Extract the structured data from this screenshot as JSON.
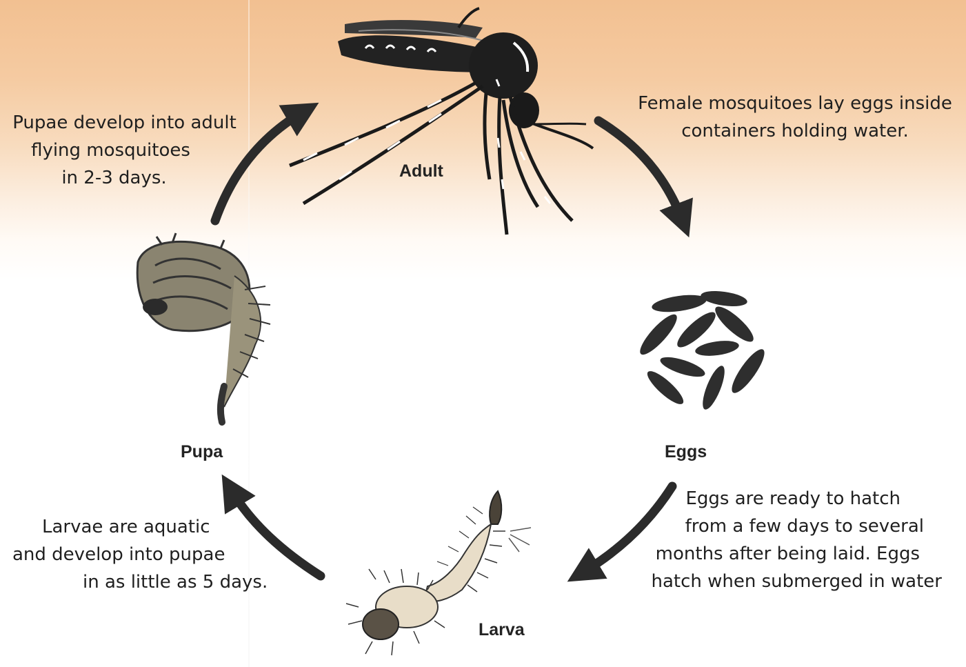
{
  "stages": {
    "adult": "Adult",
    "eggs": "Eggs",
    "larva": "Larva",
    "pupa": "Pupa"
  },
  "descriptions": {
    "pupa_to_adult": [
      "Pupae develop into adult",
      "flying mosquitoes",
      "in 2-3 days."
    ],
    "adult_to_eggs": [
      "Female mosquitoes lay eggs inside",
      "containers holding water."
    ],
    "eggs_to_larva": [
      "Eggs are ready to hatch",
      "from a few days to several",
      "months after being laid. Eggs",
      "hatch when submerged in water"
    ],
    "larva_to_pupa": [
      "Larvae are aquatic",
      "and develop into pupae",
      "in as little as 5 days."
    ]
  },
  "colors": {
    "background_top": "#f2c091",
    "background_bottom": "#ffffff",
    "arrow": "#2b2b2b",
    "egg": "#2e2e2e",
    "pupa_body": "#8a8470",
    "larva_body": "#e8ddc8"
  }
}
